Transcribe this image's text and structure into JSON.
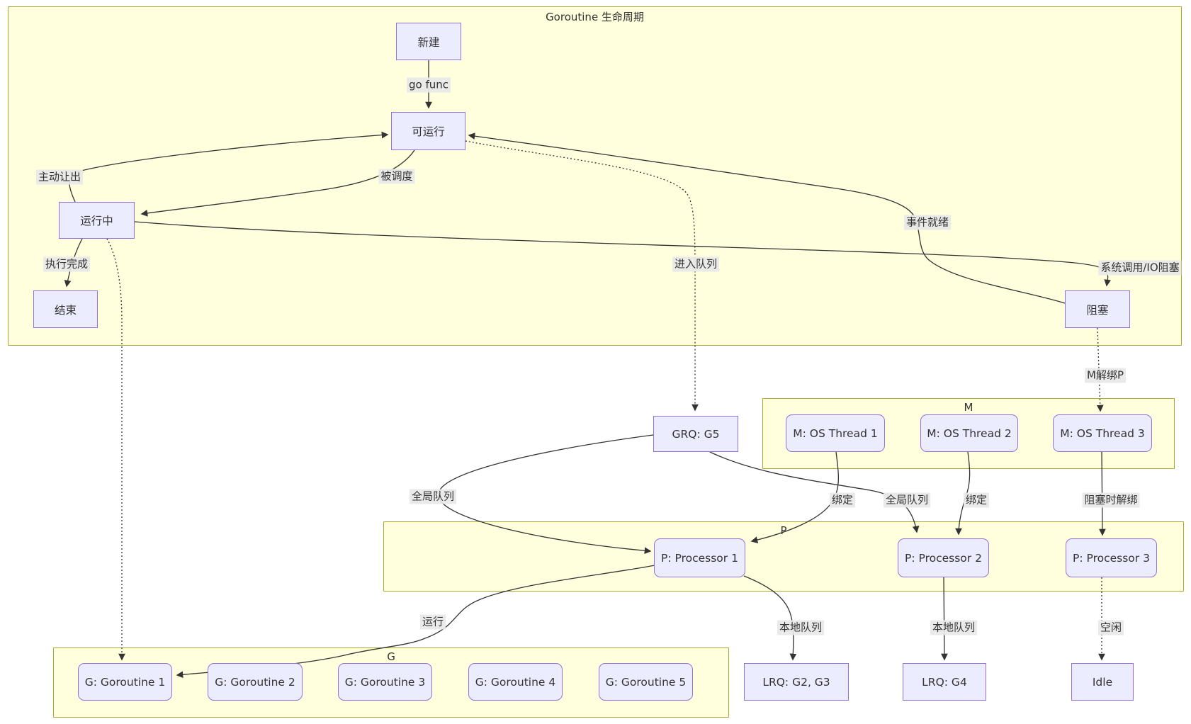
{
  "diagram": {
    "clusters": {
      "lifecycle": {
        "title": "Goroutine 生命周期"
      },
      "m": {
        "title": "M"
      },
      "p": {
        "title": "P"
      },
      "g": {
        "title": "G"
      }
    },
    "nodes": {
      "new": {
        "label": "新建"
      },
      "runnable": {
        "label": "可运行"
      },
      "running": {
        "label": "运行中"
      },
      "done": {
        "label": "结束"
      },
      "blocked": {
        "label": "阻塞"
      },
      "grq": {
        "label": "GRQ: G5"
      },
      "m1": {
        "label": "M: OS Thread 1"
      },
      "m2": {
        "label": "M: OS Thread 2"
      },
      "m3": {
        "label": "M: OS Thread 3"
      },
      "p1": {
        "label": "P: Processor 1"
      },
      "p2": {
        "label": "P: Processor 2"
      },
      "p3": {
        "label": "P: Processor 3"
      },
      "g1": {
        "label": "G: Goroutine 1"
      },
      "g2": {
        "label": "G: Goroutine 2"
      },
      "g3": {
        "label": "G: Goroutine 3"
      },
      "g4": {
        "label": "G: Goroutine 4"
      },
      "g5": {
        "label": "G: Goroutine 5"
      },
      "lrq1": {
        "label": "LRQ: G2, G3"
      },
      "lrq2": {
        "label": "LRQ: G4"
      },
      "idle": {
        "label": "Idle"
      }
    },
    "edge_labels": {
      "go_func": "go func",
      "scheduled": "被调度",
      "yield": "主动让出",
      "exec_done": "执行完成",
      "enqueue": "进入队列",
      "event_ready": "事件就绪",
      "syscall_block": "系统调用/IO阻塞",
      "m_unbind_p": "M解绑P",
      "global_queue_1": "全局队列",
      "bind_1": "绑定",
      "global_queue_2": "全局队列",
      "bind_2": "绑定",
      "unbind_on_block": "阻塞时解绑",
      "run": "运行",
      "local_queue_1": "本地队列",
      "local_queue_2": "本地队列",
      "idle_label": "空闲"
    },
    "colors": {
      "node_fill": "#ECECFF",
      "node_border": "#9370DB",
      "cluster_fill": "#ffffde",
      "cluster_border": "#aaaa33",
      "edge": "#333333",
      "label_bg": "#e8e8e8",
      "text": "#333333"
    }
  }
}
